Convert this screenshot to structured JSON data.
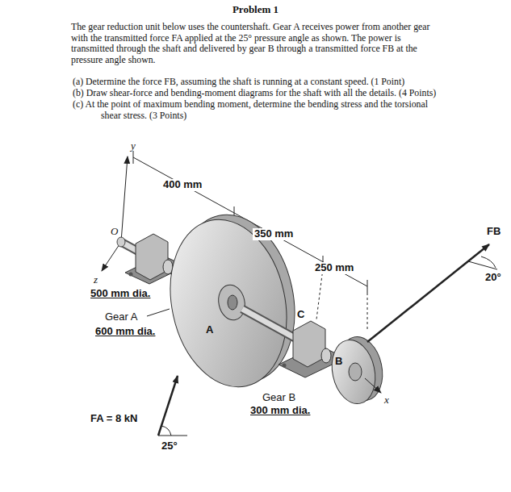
{
  "diagram": {
    "title": "Problem 1",
    "labels": [
      "The gear reduction unit below uses the countershaft. Gear A receives power from another gear with the transmitted force FA applied at the 25° pressure angle as shown. The power is transmitted through the shaft and delivered by gear B through a transmitted force FB at the pressure angle shown.",
      "(a) Determine the force FB, assuming the shaft is running at a constant speed. (1 Point)",
      "(b) Draw shear-force and bending-moment diagrams for the shaft with all the details. (4 Points)",
      "(c) At the point of maximum bending moment, determine the bending stress and the torsional shear stress. (3 Points)",
      "y",
      "400 mm",
      "350 mm",
      "O",
      "250 mm",
      "z",
      "500 mm dia.",
      "Gear A",
      "600 mm dia.",
      "A",
      "C",
      "FB",
      "20°",
      "B",
      "x",
      "Gear B",
      "300 mm dia.",
      "FA = 8 kN",
      "25°"
    ]
  }
}
